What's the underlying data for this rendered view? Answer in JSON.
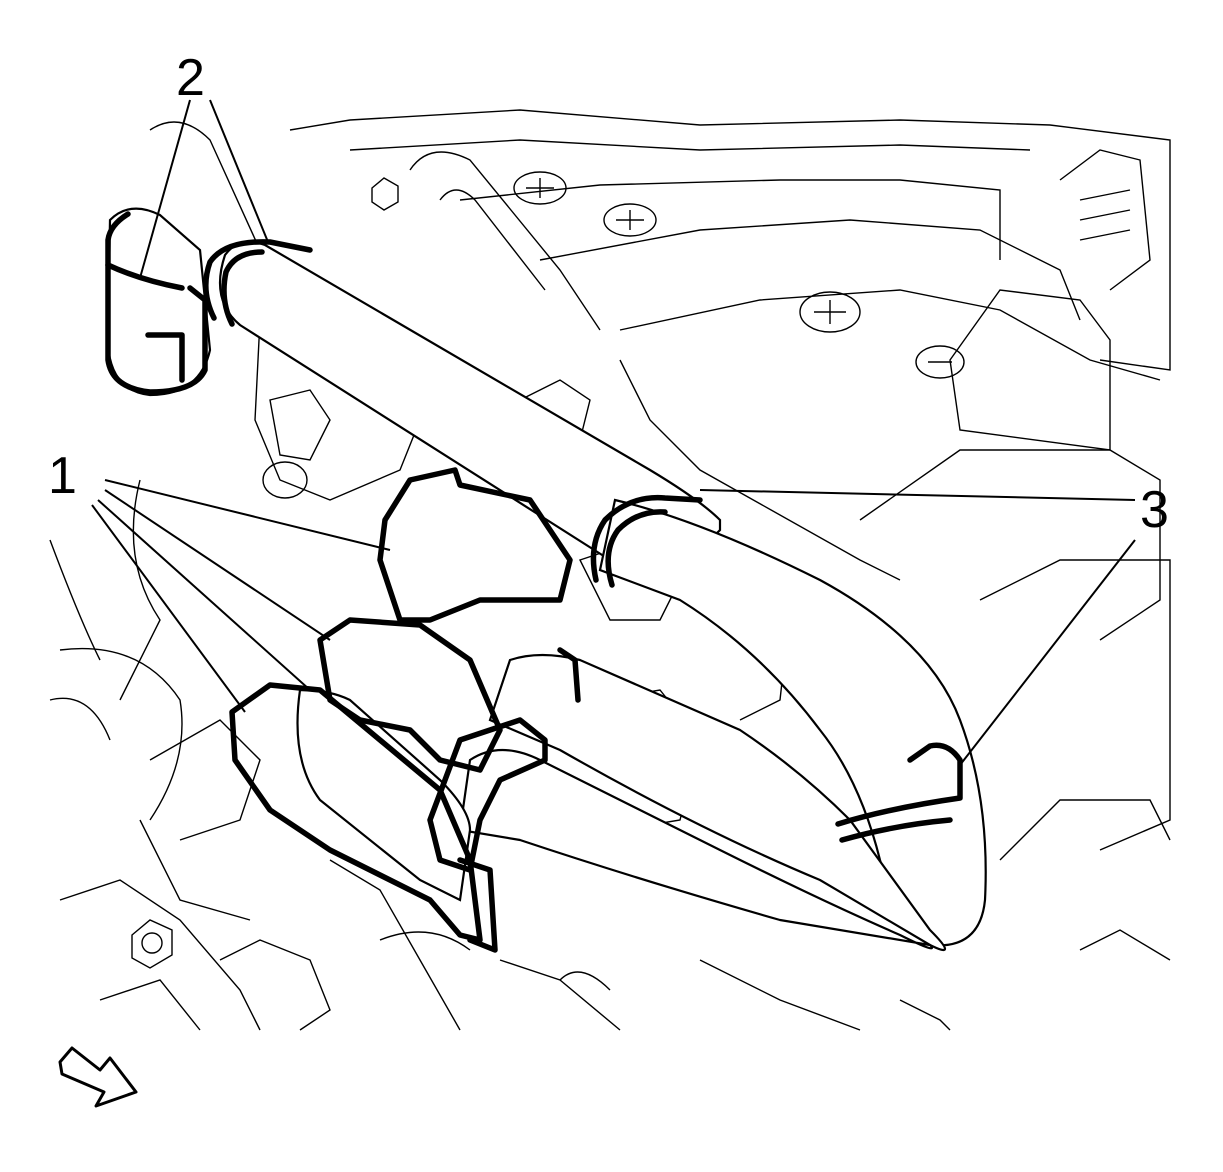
{
  "callouts": {
    "one": "1",
    "two": "2",
    "three": "3"
  },
  "colors": {
    "line": "#000000",
    "background": "#ffffff"
  },
  "icons": {
    "orientation_arrow": "forward-arrow-icon"
  }
}
